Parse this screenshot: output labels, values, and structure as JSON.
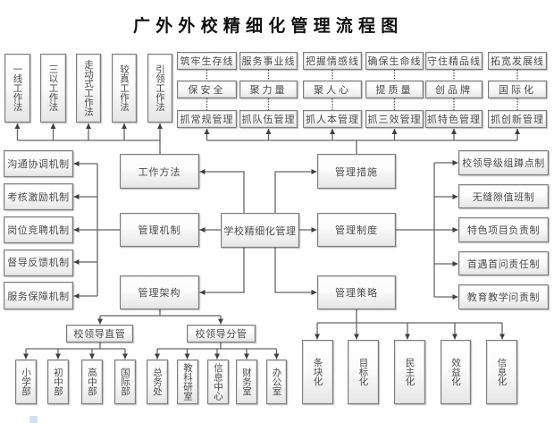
{
  "title": "广外外校精细化管理流程图",
  "center": "学校精细化管理",
  "work_methods": {
    "label": "工作方法",
    "items": [
      "一线工作法",
      "三以工作法",
      "走动式工作法",
      "较真工作法",
      "引领工作法"
    ]
  },
  "management_measures": {
    "label": "管理措施",
    "columns": [
      {
        "line": "筑牢生存线",
        "goal": "保安全",
        "action": "抓常规管理"
      },
      {
        "line": "服务事业线",
        "goal": "聚力量",
        "action": "抓队伍管理"
      },
      {
        "line": "把握情感线",
        "goal": "聚人心",
        "action": "抓人本管理"
      },
      {
        "line": "确保生命线",
        "goal": "提质量",
        "action": "抓三效管理"
      },
      {
        "line": "守住精品线",
        "goal": "创品牌",
        "action": "抓特色管理"
      },
      {
        "line": "拓宽发展线",
        "goal": "国际化",
        "action": "抓创新管理"
      }
    ]
  },
  "management_mechanism": {
    "label": "管理机制",
    "items": [
      "沟通协调机制",
      "考核激励机制",
      "岗位竞聘机制",
      "督导反馈机制",
      "服务保障机制"
    ]
  },
  "management_system": {
    "label": "管理制度",
    "items": [
      "校领导级组蹲点制",
      "无缝隙值班制",
      "特色项目负责制",
      "首遇首问责任制",
      "教育教学问责制"
    ]
  },
  "management_structure": {
    "label": "管理架构",
    "groups": [
      {
        "label": "校领导直管",
        "units": [
          "小学部",
          "初中部",
          "高中部",
          "国际部"
        ]
      },
      {
        "label": "校领导分管",
        "units": [
          "总务处",
          "教科研室",
          "信息中心",
          "财务室",
          "办公室"
        ]
      }
    ]
  },
  "management_strategy": {
    "label": "管理策略",
    "items": [
      "条块化",
      "目标化",
      "民主化",
      "效益化",
      "信息化"
    ]
  },
  "icons": {
    "corner": "document-icon"
  },
  "colors": {
    "title": "#111111",
    "text": "#4d4d4d",
    "line": "#666666",
    "arrow": "#3f3f3f",
    "border": "#7f7f7f",
    "fill-top": "#ffffff",
    "fill-bottom": "#e6e6e6",
    "icon": "#c9d8ee"
  }
}
